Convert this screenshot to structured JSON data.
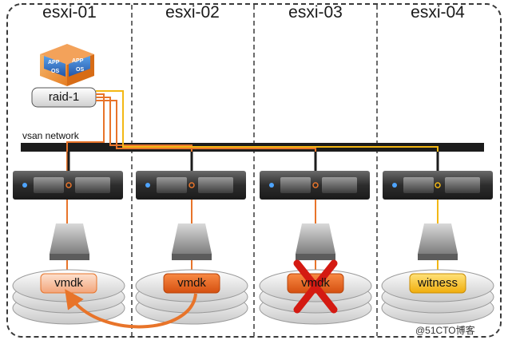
{
  "hosts": [
    {
      "name": "esxi-01"
    },
    {
      "name": "esxi-02"
    },
    {
      "name": "esxi-03"
    },
    {
      "name": "esxi-04"
    }
  ],
  "vm": {
    "app_label": "APP",
    "os_label": "OS"
  },
  "raid": {
    "label": "raid-1"
  },
  "network": {
    "label": "vsan network"
  },
  "components": [
    {
      "label": "vmdk",
      "state": "source"
    },
    {
      "label": "vmdk",
      "state": "rebuilt"
    },
    {
      "label": "vmdk",
      "state": "failed"
    },
    {
      "label": "witness",
      "state": "witness"
    }
  ],
  "watermark": "@51CTO博客",
  "colors": {
    "frame": "#3a3a3a",
    "network_bar": "#1c1c1c",
    "orange": "#e8742a",
    "orange_light": "#f6b48c",
    "witness_yellow": "#f3b815",
    "failure_red": "#d41a12",
    "vm_blue": "#2f6fc2"
  },
  "icons": [
    "vm-app-os-icon",
    "server-icon",
    "ssd-icon",
    "disk-stack-icon",
    "failure-x-icon",
    "resync-arrow-icon"
  ]
}
